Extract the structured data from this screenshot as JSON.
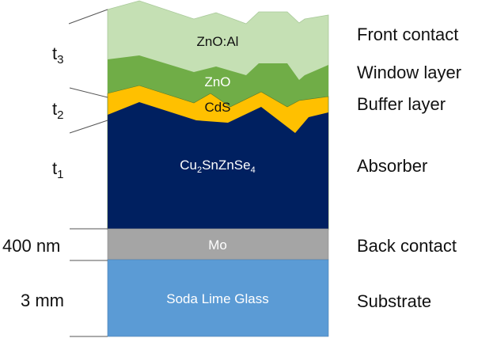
{
  "layers": {
    "front_contact": {
      "material": "ZnO:Al",
      "role": "Front contact",
      "color": "#c5e0b4"
    },
    "window": {
      "material": "ZnO",
      "role": "Window layer",
      "color": "#70ad47"
    },
    "buffer": {
      "material": "CdS",
      "role": "Buffer layer",
      "color": "#ffc000"
    },
    "absorber": {
      "material_base": "Cu",
      "sub1": "2",
      "mid": "SnZnSe",
      "sub2": "4",
      "role": "Absorber",
      "color": "#002060"
    },
    "back_contact": {
      "material": "Mo",
      "role": "Back contact",
      "color": "#a5a5a5"
    },
    "substrate": {
      "material": "Soda Lime Glass",
      "role": "Substrate",
      "color": "#5b9bd5"
    }
  },
  "thickness_labels": {
    "t3": {
      "base": "t",
      "sub": "3"
    },
    "t2": {
      "base": "t",
      "sub": "2"
    },
    "t1": {
      "base": "t",
      "sub": "1"
    },
    "mo": "400 nm",
    "glass": "3 mm"
  }
}
